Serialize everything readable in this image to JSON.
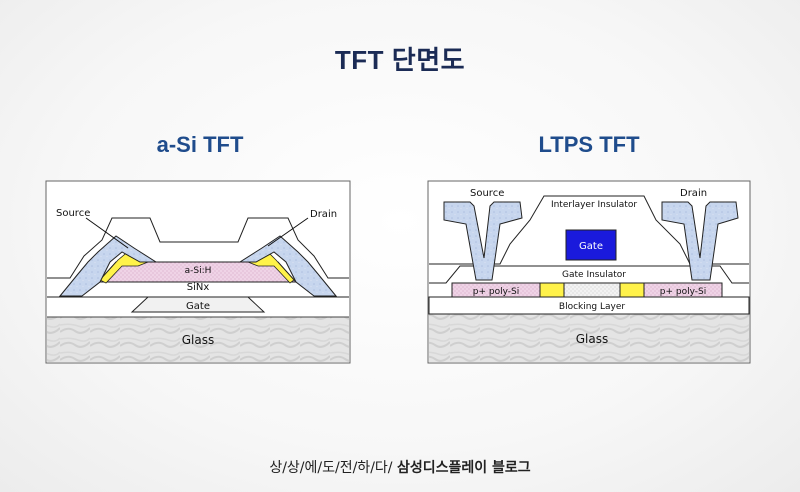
{
  "title": "TFT 단면도",
  "panels": {
    "asi": {
      "title": "a-Si TFT",
      "labels": {
        "source": "Source",
        "drain": "Drain",
        "asih": "a-Si:H",
        "sinx": "SiNx",
        "gate": "Gate",
        "glass": "Glass"
      }
    },
    "ltps": {
      "title": "LTPS TFT",
      "labels": {
        "source": "Source",
        "drain": "Drain",
        "interlayer": "Interlayer Insulator",
        "gate": "Gate",
        "gate_insulator": "Gate Insulator",
        "psi_left": "p+ poly-Si",
        "psi_right": "p+ poly-Si",
        "blocking": "Blocking Layer",
        "glass": "Glass"
      }
    }
  },
  "colors": {
    "title": "#1b2b55",
    "panel_title": "#1f4c8c",
    "metal": "#c7d6ee",
    "semiconductor": "#efd3e6",
    "contact": "#fff24a",
    "ltps_gate": "#1a1adc"
  },
  "footer": {
    "prefix": "상/상/에/도/전/하/다/",
    "brand": "삼성디스플레이 블로그"
  }
}
